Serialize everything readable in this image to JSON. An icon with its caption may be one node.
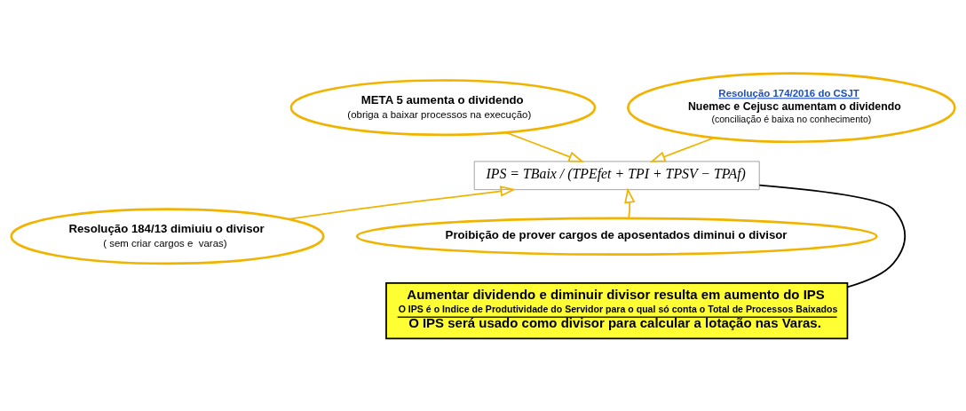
{
  "diagram": {
    "nodes": [
      {
        "text": [
          "META 5 aumenta o dividendo",
          "(obriga a baixar processos na execução)"
        ]
      },
      {
        "text": [
          "Resolução 174/2016 do CSJT",
          "Nuemec e Cejusc aumentam o dividendo",
          "(conciliação é baixa no conhecimento)"
        ]
      },
      {
        "text": [
          "IPS = TBaix / (TPEfet + TPI + TPSV − TPAf)"
        ]
      },
      {
        "text": [
          "Resolução 184/13 dimiuiu o divisor",
          "( sem criar cargos e  varas)"
        ]
      },
      {
        "text": [
          "Proibição de prover cargos de aposentados diminui o divisor"
        ]
      },
      {
        "text": [
          "Aumentar dividendo e diminuir divisor resulta em aumento do IPS",
          "O IPS é o Indice de Produtividade do Servidor para o qual só conta o Total de Processos Baixados",
          "O IPS será usado como divisor para calcular a lotação nas Varas."
        ]
      }
    ],
    "edges": [
      {
        "from": 0,
        "to": 2,
        "arrow": "to"
      },
      {
        "from": 1,
        "to": 2,
        "arrow": "to"
      },
      {
        "from": 3,
        "to": 2,
        "arrow": "to"
      },
      {
        "from": 4,
        "to": 2,
        "arrow": "to"
      },
      {
        "from": 2,
        "to": 5,
        "arrow": "none",
        "color": "#000000"
      }
    ]
  }
}
